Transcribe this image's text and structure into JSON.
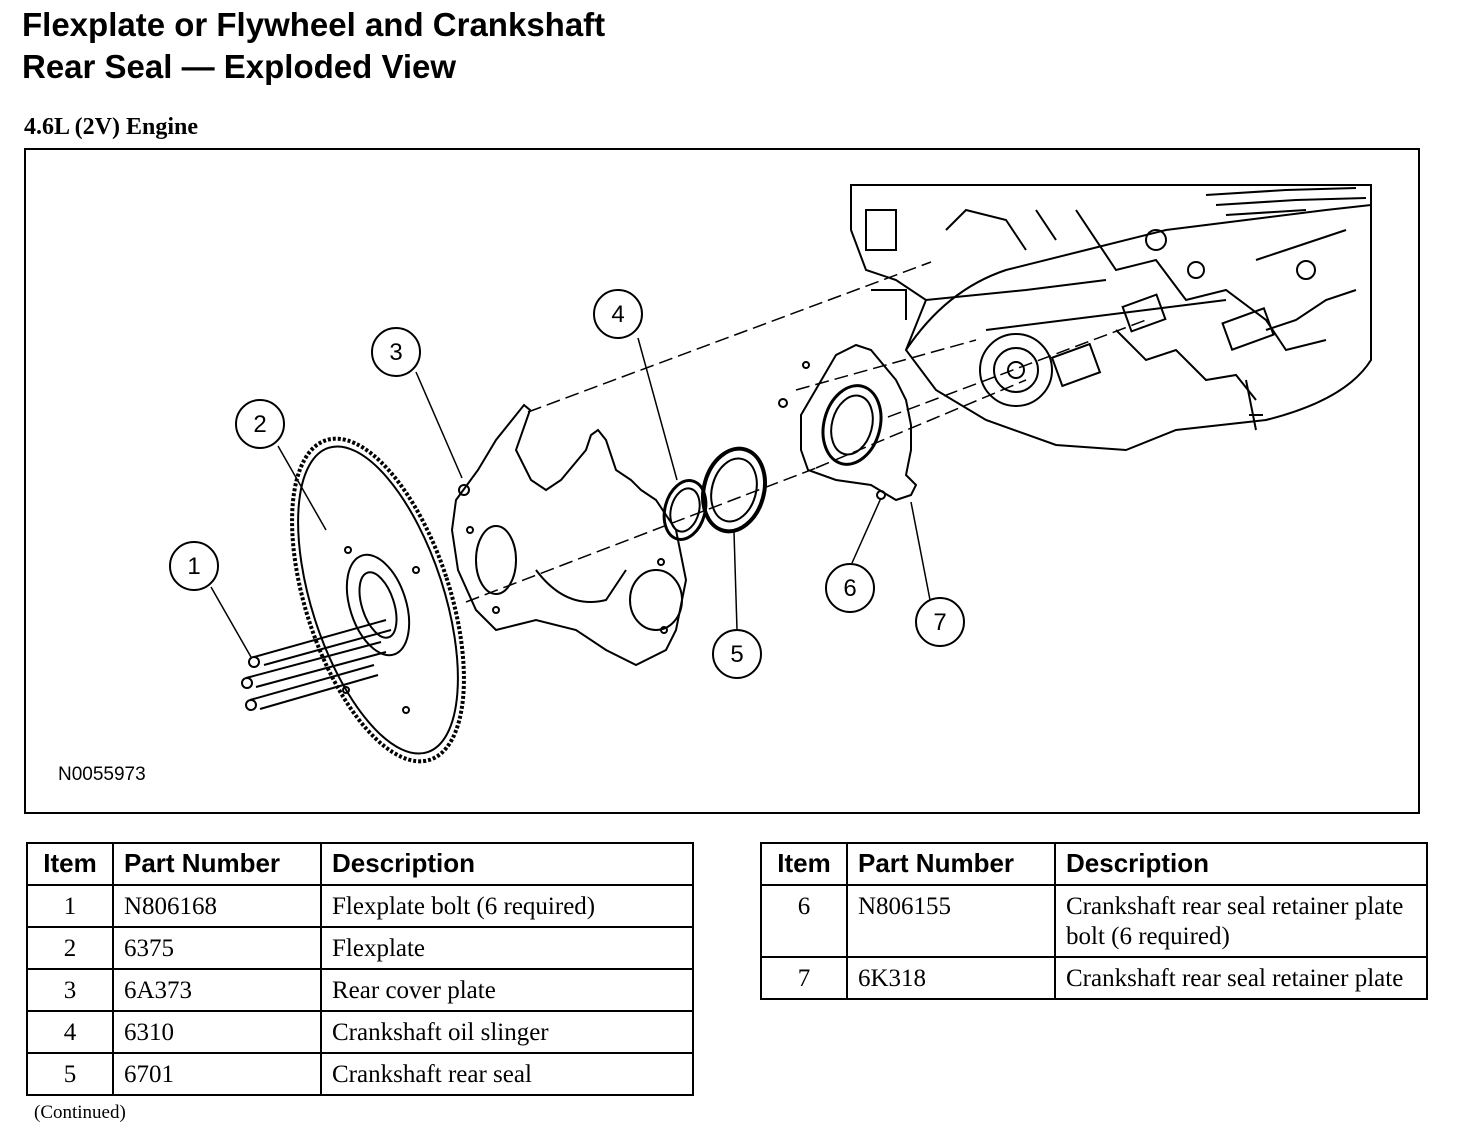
{
  "header": {
    "title_line1": "Flexplate or Flywheel and Crankshaft",
    "title_line2": "Rear Seal — Exploded View",
    "subtitle": "4.6L (2V) Engine"
  },
  "figure": {
    "figure_id": "N0055973",
    "callouts": [
      "1",
      "2",
      "3",
      "4",
      "5",
      "6",
      "7"
    ]
  },
  "table_left": {
    "headers": [
      "Item",
      "Part Number",
      "Description"
    ],
    "rows": [
      {
        "item": "1",
        "part": "N806168",
        "desc": "Flexplate bolt (6 required)"
      },
      {
        "item": "2",
        "part": "6375",
        "desc": "Flexplate"
      },
      {
        "item": "3",
        "part": "6A373",
        "desc": "Rear cover plate"
      },
      {
        "item": "4",
        "part": "6310",
        "desc": "Crankshaft oil slinger"
      },
      {
        "item": "5",
        "part": "6701",
        "desc": "Crankshaft rear seal"
      }
    ]
  },
  "table_right": {
    "headers": [
      "Item",
      "Part Number",
      "Description"
    ],
    "rows": [
      {
        "item": "6",
        "part": "N806155",
        "desc": "Crankshaft rear seal retainer plate bolt (6 required)"
      },
      {
        "item": "7",
        "part": "6K318",
        "desc": "Crankshaft rear seal retainer plate"
      }
    ]
  },
  "footer": {
    "continued": "(Continued)"
  }
}
